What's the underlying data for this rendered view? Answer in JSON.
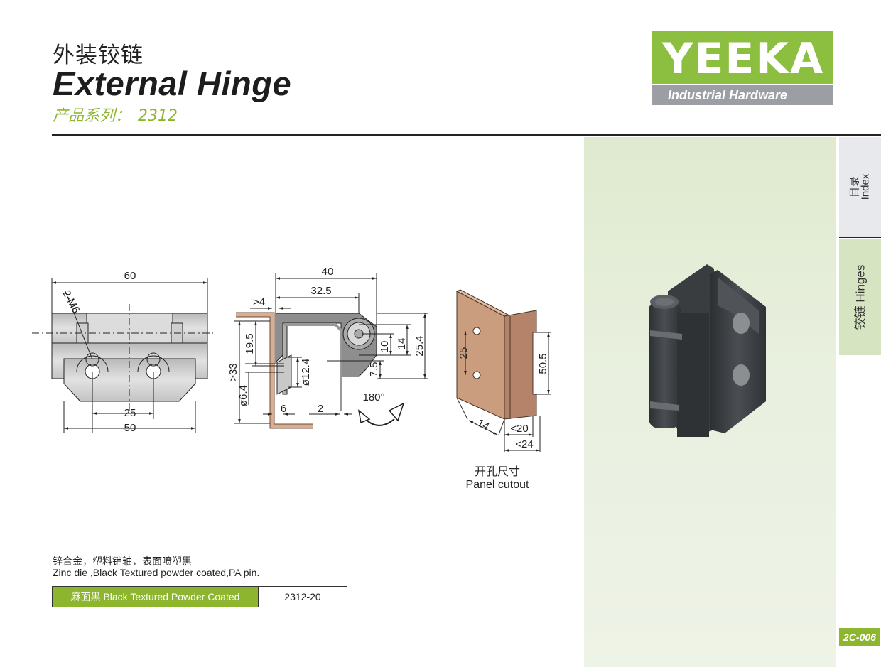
{
  "header": {
    "title_cn": "外装铰链",
    "title_en": "External Hinge",
    "series_label": "产品系列：",
    "series_value": "2312"
  },
  "logo": {
    "brand": "YEEKA",
    "tagline": "Industrial Hardware",
    "color": "#8cbf3f"
  },
  "side_tabs": [
    {
      "cn": "目录",
      "en": "Index"
    },
    {
      "cn": "铰链",
      "en": "Hinges"
    }
  ],
  "page_number": "2C-006",
  "drawings": {
    "front_view": {
      "width": "60",
      "thread": "2-M6",
      "hole_pitch": "25",
      "base_width": "50"
    },
    "side_view": {
      "depth": "40",
      "pin_offset": "32.5",
      "min_gap": ">4",
      "height": "25.4",
      "dim_14": "14",
      "dim_10": "10",
      "dim_7_5": "7.5",
      "panel_min": ">33",
      "dim_19_5": "19.5",
      "countersink": "ø12.4",
      "bore": "ø6.4",
      "dim_6": "6",
      "dim_2": "2",
      "rotation": "180°"
    },
    "panel_cutout": {
      "hole_pitch": "25",
      "cutout_height": "50.5",
      "depth": "14",
      "width_inner": "<20",
      "width_outer": "<24",
      "caption_cn": "开孔尺寸",
      "caption_en": "Panel cutout"
    }
  },
  "description": {
    "cn": "锌合金，塑料销轴，表面喷塑黑",
    "en": "Zinc die ,Black Textured  powder coated,PA pin."
  },
  "finish_table": {
    "rows": [
      {
        "finish": "麻面黑 Black Textured  Powder Coated",
        "part_no": "2312-20"
      }
    ]
  }
}
